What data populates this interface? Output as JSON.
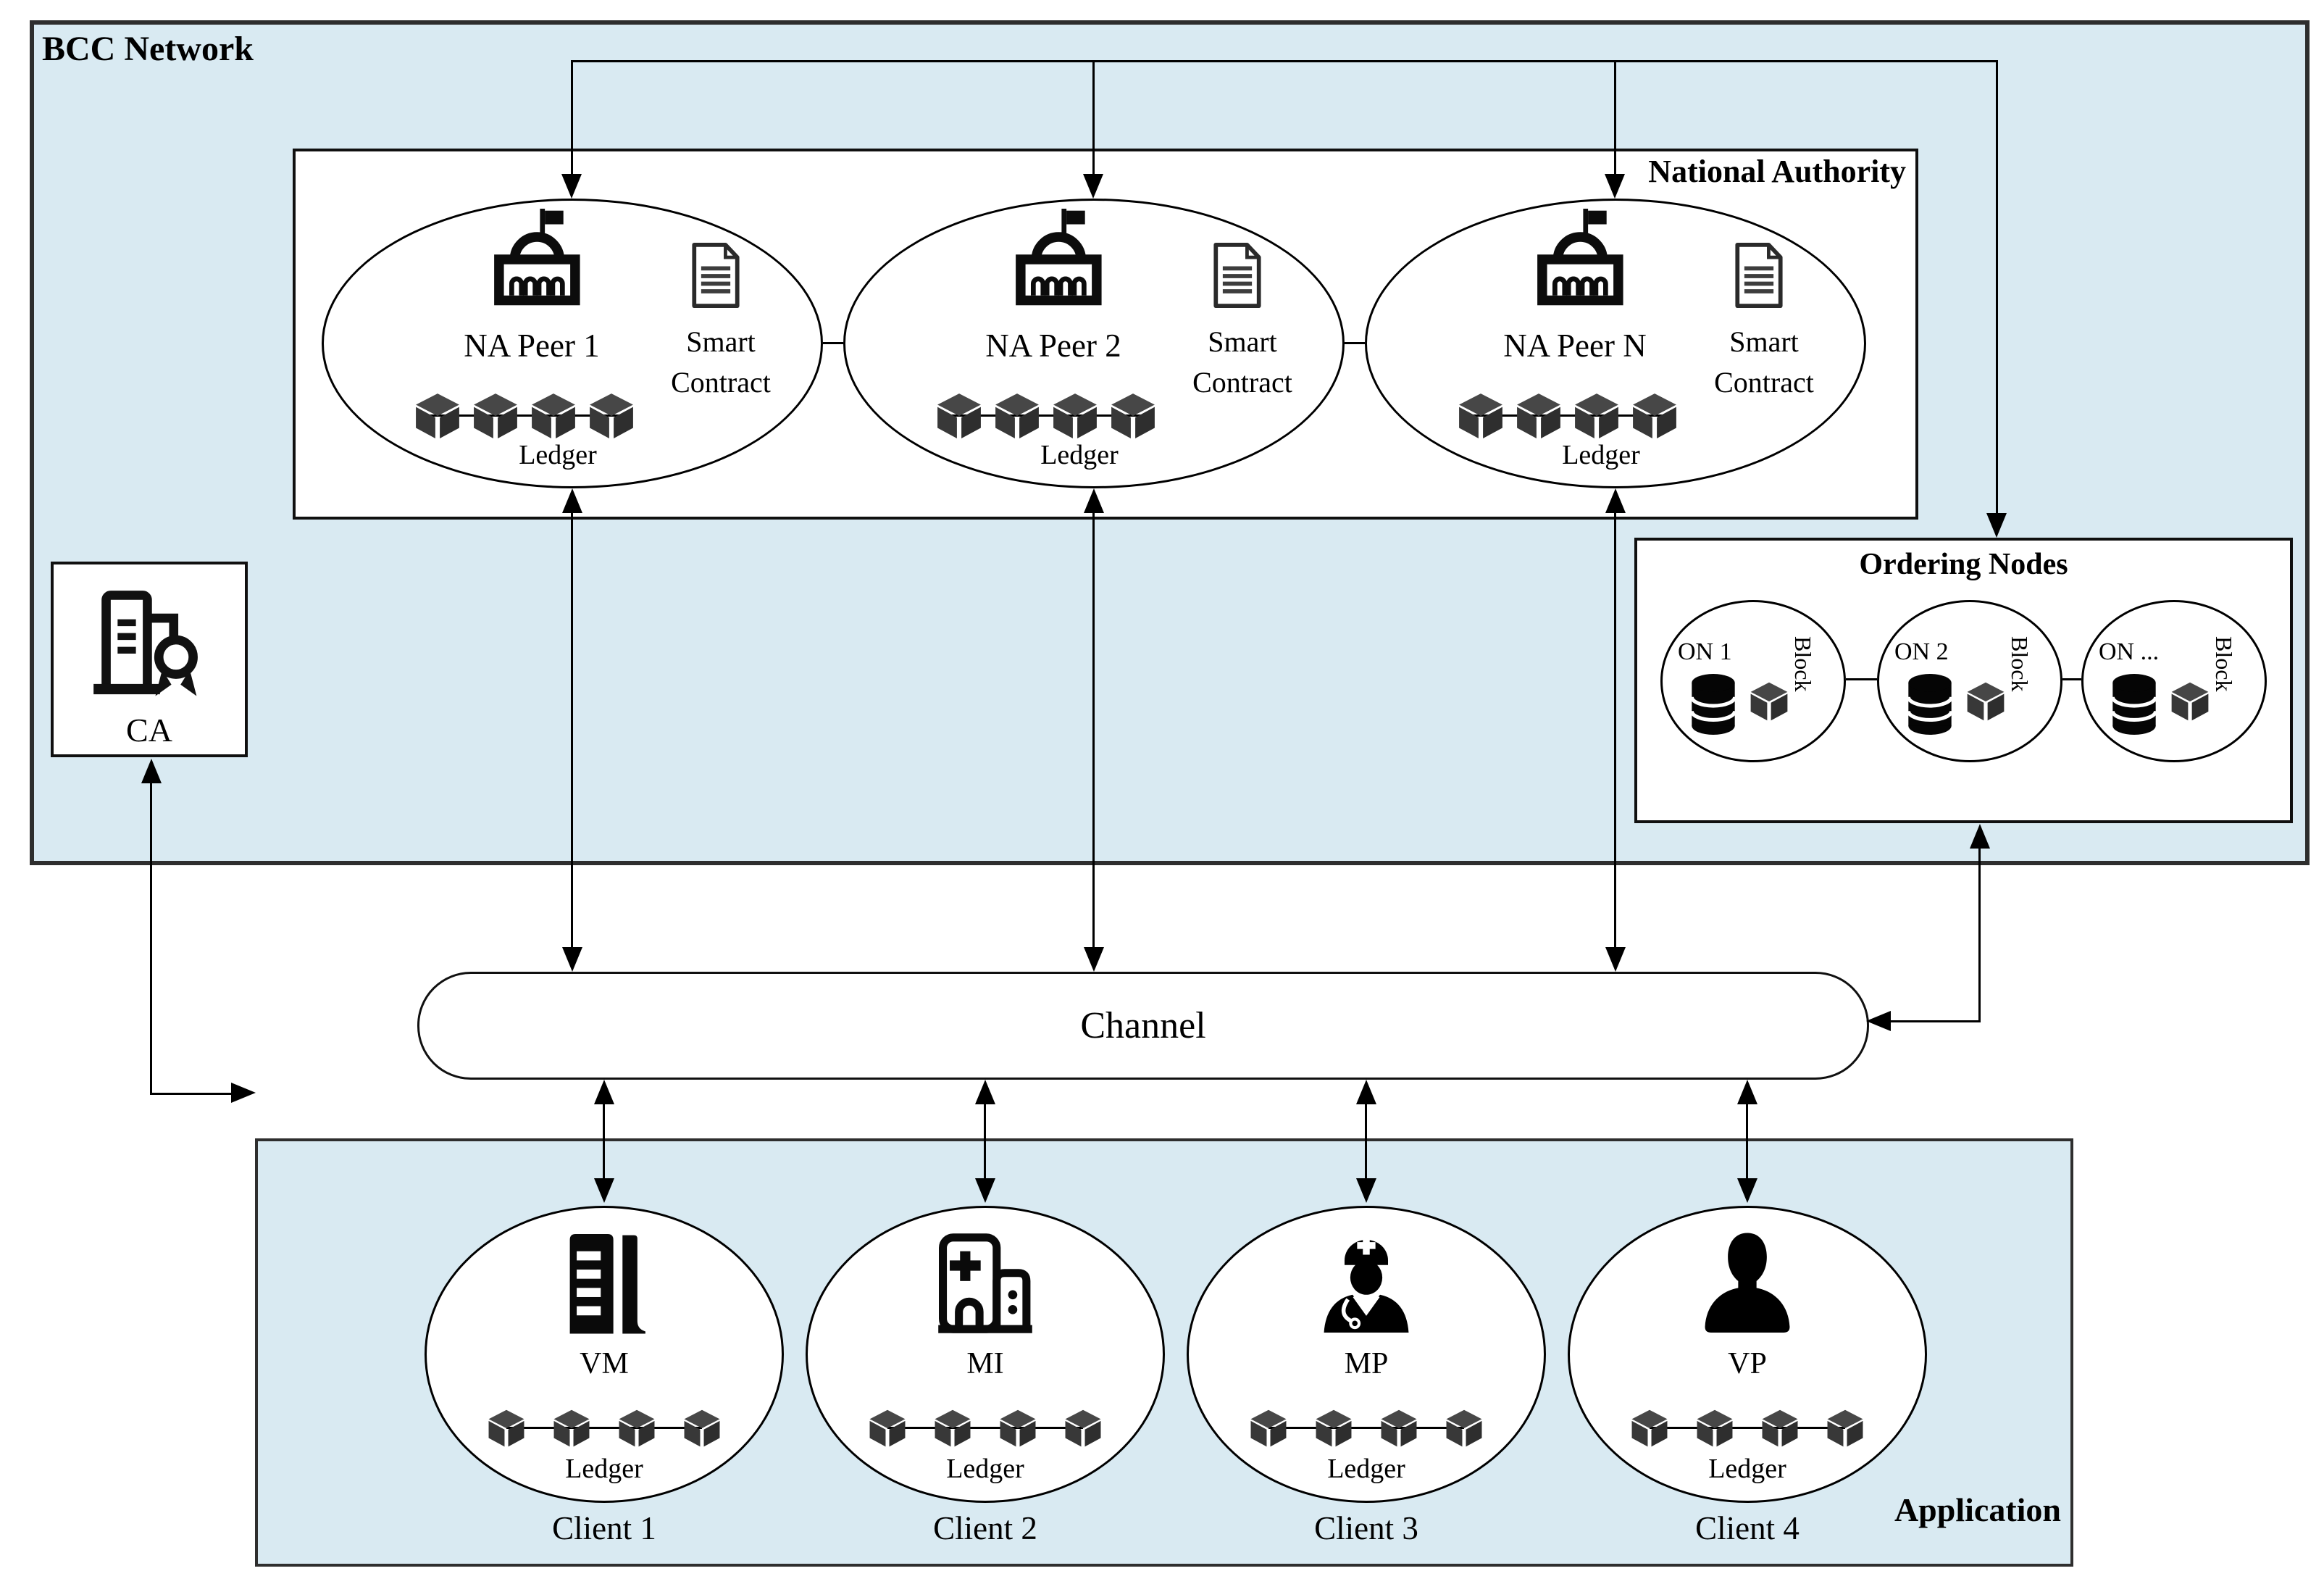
{
  "colors": {
    "zone_fill": "#d9eaf2",
    "node_fill": "#ffffff",
    "line": "#000000",
    "cube": "#3c3c3c"
  },
  "bcc": {
    "label": "BCC Network"
  },
  "national_authority": {
    "label": "National Authority",
    "peers": [
      {
        "name": "NA Peer 1",
        "smart_contract": "Smart Contract",
        "ledger": "Ledger"
      },
      {
        "name": "NA Peer 2",
        "smart_contract": "Smart Contract",
        "ledger": "Ledger"
      },
      {
        "name": "NA Peer N",
        "smart_contract": "Smart Contract",
        "ledger": "Ledger"
      }
    ]
  },
  "ordering": {
    "label": "Ordering Nodes",
    "nodes": [
      {
        "name": "ON 1",
        "block": "Block"
      },
      {
        "name": "ON 2",
        "block": "Block"
      },
      {
        "name": "ON ...",
        "block": "Block"
      }
    ]
  },
  "ca": {
    "label": "CA"
  },
  "channel": {
    "label": "Channel"
  },
  "application": {
    "label": "Application",
    "clients": [
      {
        "entity": "VM",
        "caption": "Client 1",
        "ledger": "Ledger"
      },
      {
        "entity": "MI",
        "caption": "Client 2",
        "ledger": "Ledger"
      },
      {
        "entity": "MP",
        "caption": "Client 3",
        "ledger": "Ledger"
      },
      {
        "entity": "VP",
        "caption": "Client 4",
        "ledger": "Ledger"
      }
    ]
  },
  "icons": {
    "na_peer": "government-building-icon",
    "smart_contract": "document-icon",
    "ledger": "chain-of-cubes-icon",
    "ordering_node": "database-icon",
    "block": "cube-icon",
    "ca": "server-certificate-icon",
    "vm": "office-building-icon",
    "mi": "hospital-icon",
    "mp": "doctor-icon",
    "vp": "person-icon"
  }
}
